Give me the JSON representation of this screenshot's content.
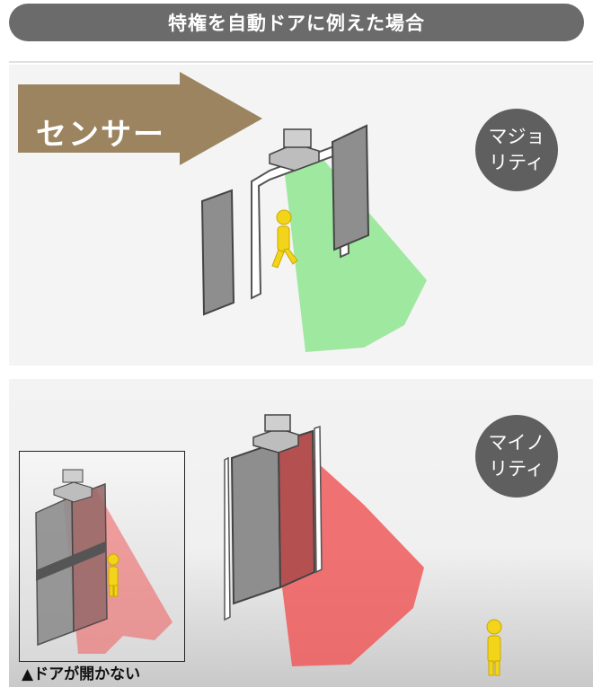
{
  "title": "特権を自動ドアに例えた場合",
  "top_panel": {
    "sensor_label": "センサー",
    "badge_lines": [
      "マジョ",
      "リティ"
    ]
  },
  "bottom_panel": {
    "badge_lines": [
      "マイノ",
      "リティ"
    ],
    "caption": "▲ドアが開かない"
  },
  "colors": {
    "title_bar": "#6b6b6b",
    "arrow": "#9b845f",
    "badge": "#5f5f5f",
    "beam_green": "#8fe58f",
    "beam_red": "#f05a5a",
    "person": "#f2d51a",
    "door": "#8e8e8e"
  }
}
